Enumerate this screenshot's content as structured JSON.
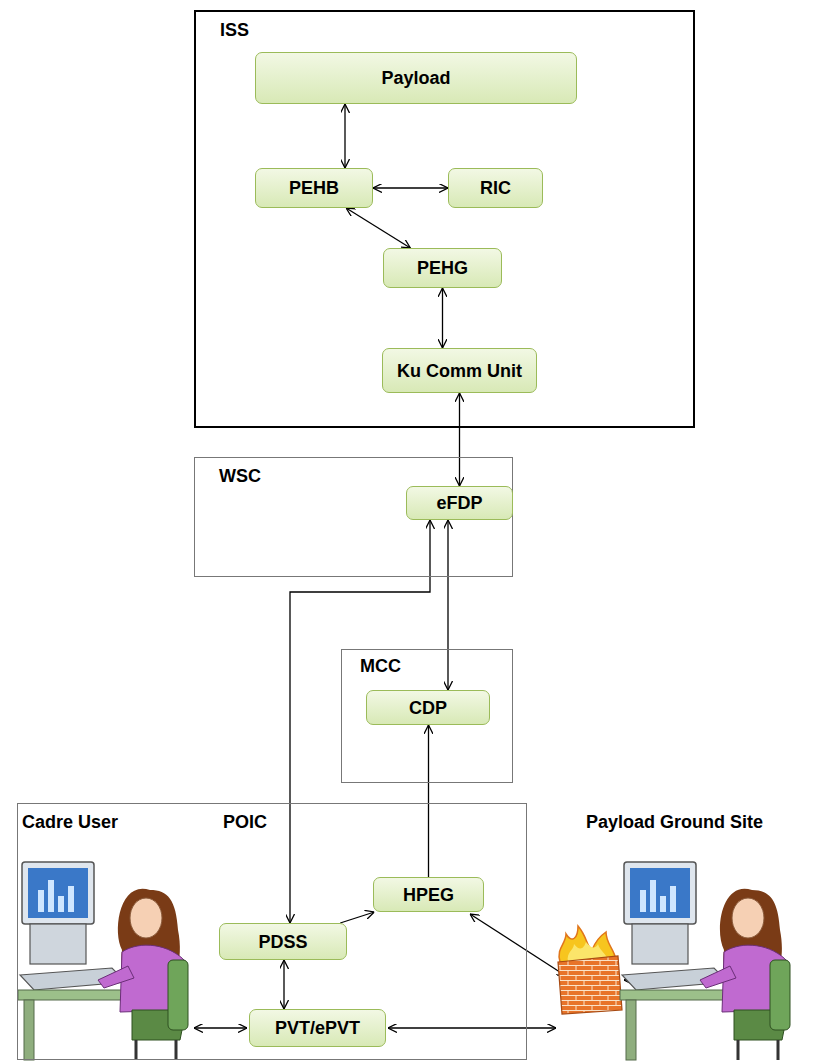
{
  "diagram": {
    "nodes": [
      {
        "text": [
          "ISS"
        ]
      },
      {
        "text": [
          "Payload"
        ],
        "in": 0
      },
      {
        "text": [
          "PEHB"
        ],
        "in": 0
      },
      {
        "text": [
          "RIC"
        ],
        "in": 0
      },
      {
        "text": [
          "PEHG"
        ],
        "in": 0
      },
      {
        "text": [
          "Ku Comm Unit"
        ],
        "in": 0
      },
      {
        "text": [
          "WSC"
        ]
      },
      {
        "text": [
          "eFDP"
        ],
        "in": 6
      },
      {
        "text": [
          "MCC"
        ]
      },
      {
        "text": [
          "CDP"
        ],
        "in": 8
      },
      {
        "text": [
          "POIC"
        ]
      },
      {
        "text": [
          "PDSS"
        ],
        "in": 10
      },
      {
        "text": [
          "HPEG"
        ],
        "in": 10
      },
      {
        "text": [
          "PVT/ePVT"
        ],
        "in": 10
      }
    ],
    "edges": [
      {
        "from": 1,
        "to": 2,
        "arrow": "both"
      },
      {
        "from": 2,
        "to": 3,
        "arrow": "both"
      },
      {
        "from": 2,
        "to": 4,
        "arrow": "both"
      },
      {
        "from": 4,
        "to": 5,
        "arrow": "both"
      },
      {
        "from": 5,
        "to": 7,
        "arrow": "both"
      },
      {
        "from": 7,
        "to": 9,
        "arrow": "both"
      },
      {
        "from": 7,
        "to": 11,
        "arrow": "both"
      },
      {
        "from": 11,
        "to": 12,
        "arrow": "to"
      },
      {
        "from": 12,
        "to": 9,
        "arrow": "to"
      },
      {
        "from": 11,
        "to": 13,
        "arrow": "both"
      }
    ],
    "labels": [
      "Cadre User",
      "Payload Ground Site"
    ]
  }
}
